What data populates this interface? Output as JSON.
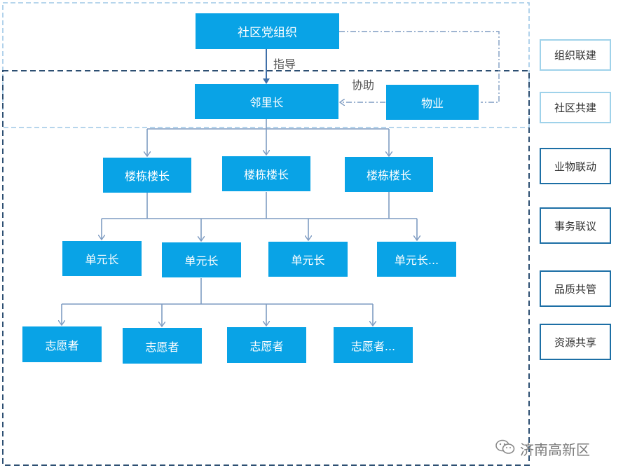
{
  "top": {
    "label": "社区党组织"
  },
  "guide_label": "指导",
  "assist_label": "协助",
  "neighbor": {
    "label": "邻里长"
  },
  "property": {
    "label": "物业"
  },
  "buildings": [
    "楼栋楼长",
    "楼栋楼长",
    "楼栋楼长"
  ],
  "units": [
    "单元长",
    "单元长",
    "单元长",
    "单元长..."
  ],
  "volunteers": [
    "志愿者",
    "志愿者",
    "志愿者",
    "志愿者..."
  ],
  "side_items": [
    "组织联建",
    "社区共建",
    "业物联动",
    "事务联议",
    "品质共管",
    "资源共享"
  ],
  "watermark": "济南高新区",
  "colors": {
    "node": "#09a3e6",
    "line": "#7f9cc2",
    "dash_light": "#9ec7e6",
    "dash_dark": "#2d4f72"
  },
  "icons": {
    "watermark": "wechat-icon"
  }
}
